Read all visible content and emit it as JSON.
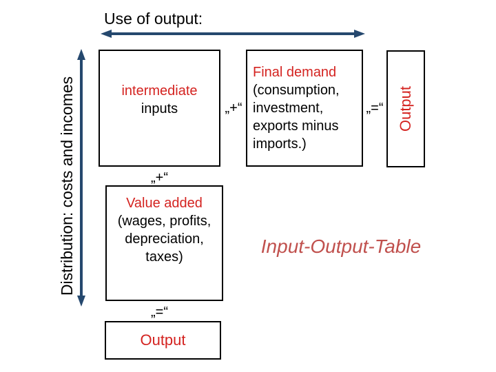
{
  "colors": {
    "accent_red": "#d42320",
    "muted_red": "#c0504d",
    "arrow_navy": "#25486e",
    "box_border": "#000000",
    "text_black": "#000000"
  },
  "header": {
    "title": "Use of output:"
  },
  "axes": {
    "horizontal_label": "Use of output:",
    "vertical_label": "Distribution: costs and incomes"
  },
  "boxes": {
    "intermediate": {
      "line1": "intermediate",
      "line2": "inputs"
    },
    "final_demand": {
      "title": "Final demand",
      "lines": [
        "(consumption,",
        "investment,",
        "exports minus",
        "imports.)"
      ]
    },
    "output_column": {
      "label": "Output"
    },
    "value_added": {
      "title": "Value added",
      "lines": [
        "(wages, profits,",
        "depreciation,",
        "taxes)"
      ]
    },
    "output_row": {
      "label": "Output"
    }
  },
  "operators": {
    "plus_row": "„+“",
    "equals_row": "„=“",
    "plus_col": "„+“",
    "equals_col": "„=“"
  },
  "caption": {
    "text": "Input-Output-Table"
  }
}
